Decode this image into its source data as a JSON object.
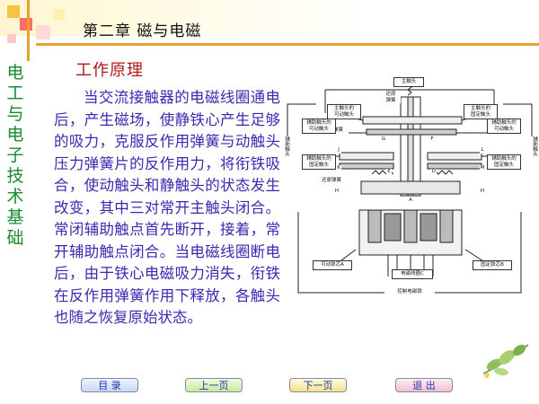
{
  "header": {
    "chapter_title": "第二章   磁与电磁"
  },
  "sidebar": {
    "course_title": "电工与电子技术基础"
  },
  "main": {
    "section_heading": "工作原理",
    "paragraph": "当交流接触器的电磁线圈通电后，产生磁场，使静铁心产生足够的吸力，克服反作用弹簧与动触头压力弹簧片的反作用力，将衔铁吸合，使动触头和静触头的状态发生改变，其中三对常开主触头闭合。常闭辅助触点首先断开，接着，常开辅助触点闭合。当电磁线圈断电后，由于铁心电磁吸力消失，衔铁在反作用弹簧作用下释放，各触头也随之恢复原始状态。"
  },
  "diagram": {
    "labels": {
      "main_contact": "主触头",
      "main_movable": "主触头的\n可动触头",
      "main_fixed": "主触头的\n固定触头",
      "reset_spring_top": "还原\n弹簧",
      "reset_spring_left": "还原弹簧",
      "aux_movable_left": "辅助触头的\n可动触头",
      "aux_fixed_left": "辅助触头的\n固定触头",
      "aux_movable_right": "辅助触头的\n可动触头",
      "aux_fixed_right": "辅助触头的\n固定触头",
      "aux_side_left": "辅助触头",
      "aux_side_right": "辅助触头",
      "reset_spring_bottom": "还原弹簧",
      "movable_core": "可动铁芯A",
      "coil": "电磁线圈C",
      "fixed_core": "固定铁芯B",
      "control_coil": "控制电磁铁",
      "letter_g": "G",
      "letter_f": "F",
      "letter_e": "E",
      "letter_d": "D",
      "letter_h1": "H",
      "letter_h2": "H",
      "letter_a": "A",
      "letter_j": "J",
      "letter_k": "K",
      "letter_l": "L",
      "letter_m": "M"
    }
  },
  "nav": {
    "toc": "目  录",
    "prev": "上一页",
    "next": "下一页",
    "exit": "退  出"
  },
  "colors": {
    "accent_orange": "#e8a030",
    "sidebar_green": "#1a8a2e",
    "heading_red": "#b0181a",
    "body_blue": "#3a2ab0"
  }
}
